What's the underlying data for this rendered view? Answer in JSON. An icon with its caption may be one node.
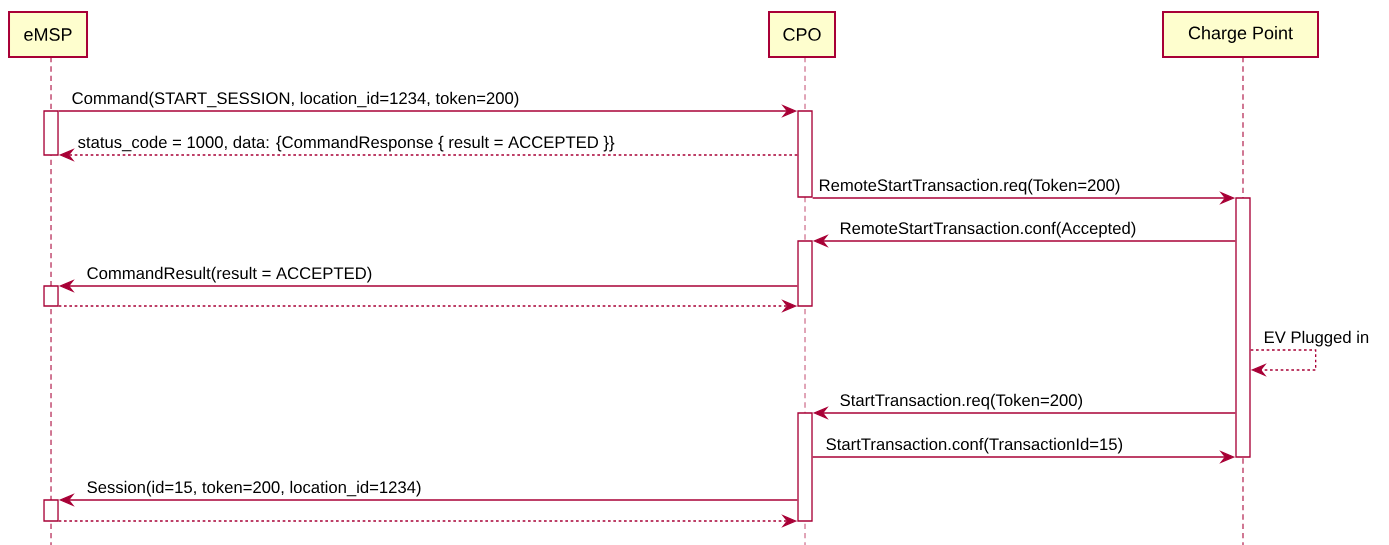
{
  "diagram": {
    "nodes": [
      {
        "text": [
          "eMSP"
        ]
      },
      {
        "text": [
          "CPO"
        ]
      },
      {
        "text": [
          "Charge Point"
        ]
      },
      {
        "text": [],
        "shape": "bar"
      },
      {
        "text": [],
        "shape": "bar"
      },
      {
        "text": [],
        "shape": "bar"
      },
      {
        "text": [],
        "shape": "bar"
      },
      {
        "text": [],
        "shape": "bar"
      },
      {
        "text": [],
        "shape": "bar"
      },
      {
        "text": [],
        "shape": "bar"
      }
    ],
    "edges": [
      {
        "from": 3,
        "to": 6,
        "arrow": "to",
        "label": "Command(START_SESSION, location_id=1234, token=200)"
      },
      {
        "from": 6,
        "to": 3,
        "arrow": "to",
        "style": "dashed",
        "label": "status_code = 1000, data: {CommandResponse { result = ACCEPTED }}"
      },
      {
        "from": 6,
        "to": 9,
        "arrow": "to",
        "label": "RemoteStartTransaction.req(Token=200)"
      },
      {
        "from": 9,
        "to": 7,
        "arrow": "to",
        "label": "RemoteStartTransaction.conf(Accepted)"
      },
      {
        "from": 7,
        "to": 4,
        "arrow": "to",
        "label": "CommandResult(result = ACCEPTED)"
      },
      {
        "from": 4,
        "to": 7,
        "arrow": "to",
        "style": "dashed"
      },
      {
        "from": 9,
        "to": 9,
        "arrow": "to",
        "style": "dashed",
        "label": "EV Plugged in"
      },
      {
        "from": 9,
        "to": 8,
        "arrow": "to",
        "label": "StartTransaction.req(Token=200)"
      },
      {
        "from": 8,
        "to": 9,
        "arrow": "to",
        "label": "StartTransaction.conf(TransactionId=15)"
      },
      {
        "from": 8,
        "to": 5,
        "arrow": "to",
        "label": "Session(id=15, token=200, location_id=1234)"
      },
      {
        "from": 5,
        "to": 8,
        "arrow": "to",
        "style": "dashed"
      }
    ]
  }
}
